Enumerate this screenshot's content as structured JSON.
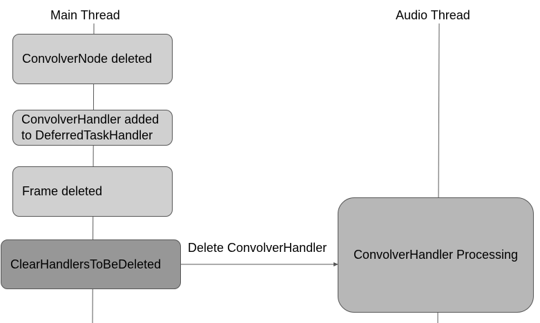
{
  "lanes": {
    "main": {
      "title": "Main Thread"
    },
    "audio": {
      "title": "Audio Thread"
    }
  },
  "main_steps": [
    {
      "id": "convolver-node-deleted",
      "label": "ConvolverNode deleted"
    },
    {
      "id": "handler-added",
      "label": "ConvolverHandler added to DeferredTaskHandler"
    },
    {
      "id": "frame-deleted",
      "label": "Frame deleted"
    },
    {
      "id": "clear-handlers",
      "label": "ClearHandlersToBeDeleted"
    }
  ],
  "audio_steps": [
    {
      "id": "handler-processing",
      "label": "ConvolverHandler Processing"
    }
  ],
  "edges": [
    {
      "from": "clear-handlers",
      "to": "handler-processing",
      "label": "Delete ConvolverHandler"
    }
  ],
  "colors": {
    "box_light": "#d0d0d0",
    "box_dark": "#979797",
    "box_audio": "#b7b7b7",
    "line": "#595959"
  }
}
